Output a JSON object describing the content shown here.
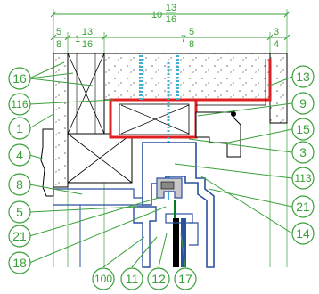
{
  "dimensions": {
    "overall": {
      "whole": "10",
      "num": "13",
      "den": "16"
    },
    "left": {
      "num": "5",
      "den": "8"
    },
    "left_inner": {
      "whole": "1",
      "num": "13",
      "den": "16"
    },
    "center": {
      "whole": "7",
      "num": "5",
      "den": "8"
    },
    "right": {
      "num": "3",
      "den": "4"
    }
  },
  "callouts": {
    "c16": "16",
    "c116": "116",
    "c1": "1",
    "c4": "4",
    "c8": "8",
    "c5": "5",
    "c21_left": "21",
    "c18": "18",
    "c100": "100",
    "c11": "11",
    "c12": "12",
    "c17": "17",
    "c13": "13",
    "c9": "9",
    "c15": "15",
    "c3": "3",
    "c113": "113",
    "c21_right": "21",
    "c14": "14"
  },
  "colors": {
    "dimension": "#3aa03a",
    "frame_highlight": "#e02020",
    "frame_blue": "#2a50a0",
    "anchor": "#40b0d0",
    "structure": "#000000"
  }
}
